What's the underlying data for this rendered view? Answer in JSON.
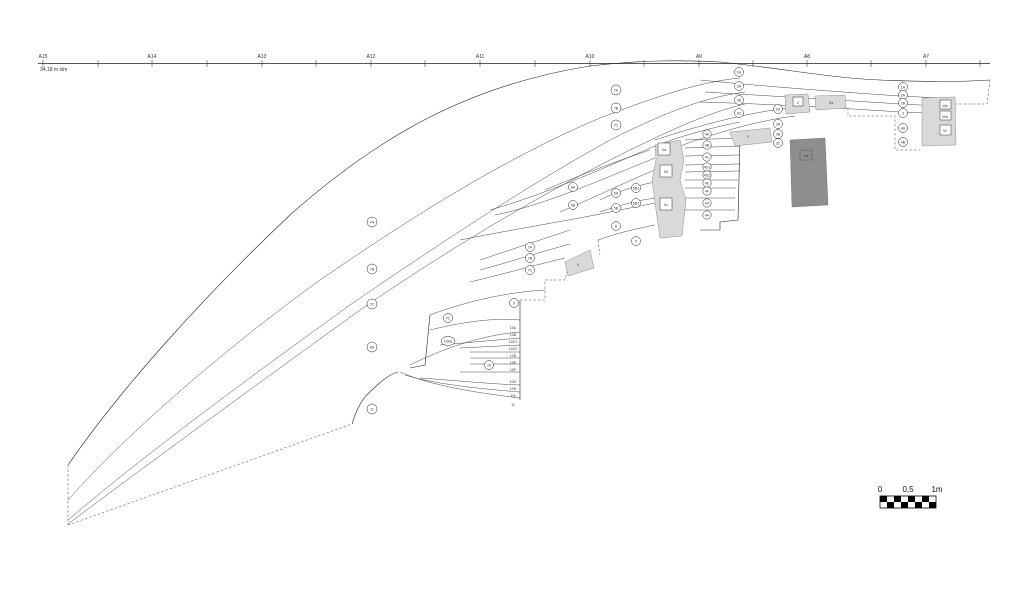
{
  "section_drawing": {
    "elevation_label": "34,18 m slm",
    "grid_labels": [
      "A15",
      "A14",
      "A13",
      "A12",
      "A11",
      "A10",
      "A9",
      "A8",
      "A7"
    ],
    "layer_labels": [
      "1A",
      "2A",
      "2B",
      "2C",
      "2D",
      "1A",
      "2A",
      "2B",
      "3",
      "4A",
      "4B",
      "3A",
      "3B",
      "3C",
      "7A",
      "7B",
      "7C",
      "7A",
      "7B",
      "7C",
      "7A",
      "7B",
      "7C",
      "6A",
      "6B",
      "5A",
      "5B",
      "4A",
      "4B",
      "4C",
      "4D1",
      "4D2",
      "4E",
      "4F",
      "4G",
      "4H",
      "5B1",
      "5B2",
      "6",
      "9",
      "9",
      "8A",
      "8B",
      "11",
      "7C",
      "10Aa",
      "10",
      "10A",
      "10B",
      "10C1",
      "10C2",
      "10D",
      "10E",
      "10F",
      "10G",
      "10H",
      "10I",
      "11"
    ],
    "structure_labels": [
      "Xa",
      "Xb",
      "Xc",
      "Xd",
      "Z",
      "Za",
      "Wa",
      "Wb",
      "W",
      "Y",
      "V"
    ],
    "scale_bar": {
      "labels": [
        "0",
        "0,5",
        "1m"
      ]
    }
  }
}
